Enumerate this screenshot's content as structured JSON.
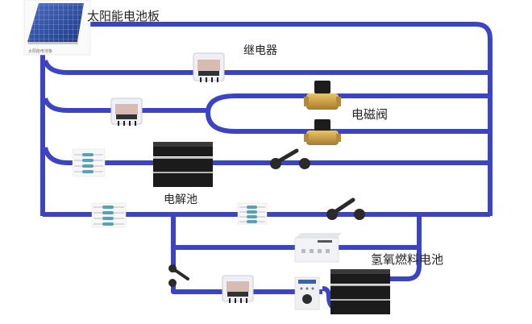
{
  "diagram": {
    "labels": {
      "solar_panel": "太阳能电池板",
      "solar_panel_caption": "太阳能电池板",
      "relay": "继电器",
      "solenoid_valve": "电磁阀",
      "electrolyzer": "电解池",
      "fuel_cell": "氢氧燃料电池"
    },
    "colors": {
      "wire": "#3a44c4",
      "wire_dark": "#2b33a8",
      "battery_body": "#1b1b1b",
      "battery_stripe": "#b5b5b5",
      "switch": "#2a2a2a",
      "valve_brass": "#c9a04a",
      "solar_blue": "#2f4fa0"
    },
    "components": [
      {
        "type": "solar-panel",
        "label_ref": "solar_panel"
      },
      {
        "type": "relay"
      },
      {
        "type": "relay"
      },
      {
        "type": "relay"
      },
      {
        "type": "solenoid-valve"
      },
      {
        "type": "solenoid-valve"
      },
      {
        "type": "resistor-array"
      },
      {
        "type": "resistor-array"
      },
      {
        "type": "resistor-array"
      },
      {
        "type": "switch",
        "state": "open"
      },
      {
        "type": "switch",
        "state": "open"
      },
      {
        "type": "switch",
        "state": "open"
      },
      {
        "type": "battery-stack",
        "label_ref": "electrolyzer"
      },
      {
        "type": "battery-stack",
        "label_ref": "fuel_cell"
      },
      {
        "type": "controller-module"
      },
      {
        "type": "timer-relay"
      }
    ]
  }
}
